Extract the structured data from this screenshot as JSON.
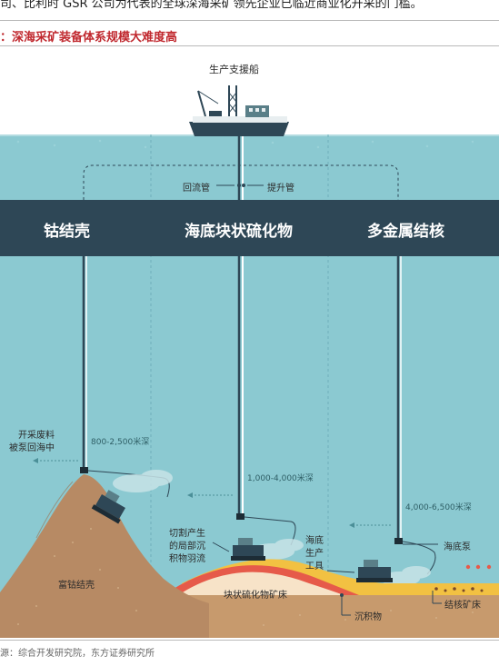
{
  "intro_line": "司、比利时 GSR 公司为代表的全球深海采矿领先企业已临近商业化开采的门槛。",
  "figure_title": "：深海采矿装备体系规模大难度高",
  "ship_label": "生产支援船",
  "return_pipe_label": "回流管",
  "riser_pipe_label": "提升管",
  "band_labels": {
    "crust": "钴结壳",
    "sulfide": "海底块状硫化物",
    "nodule": "多金属结核"
  },
  "depths": {
    "crust": "800-2,500米深",
    "sulfide": "1,000-4,000米深",
    "nodule": "4,000-6,500米深"
  },
  "waste_label": [
    "开采废料",
    "被泵回海中"
  ],
  "plume_label": [
    "切割产生",
    "的局部沉",
    "积物羽流"
  ],
  "tool_label": [
    "海底",
    "生产",
    "工具"
  ],
  "pump_label": "海底泵",
  "crust_body_label": "富钴结壳",
  "sulfide_deposit_label": "块状硫化物矿床",
  "sediment_label": "沉积物",
  "nodule_field_label": "结核矿床",
  "source": "源：综合开发研究院，东方证券研究所",
  "colors": {
    "title_red": "#c0282e",
    "sea": "#8bc9d1",
    "band": "#2e4756",
    "sky": "#ffffff",
    "mountain": "#b78a64",
    "seabed": "#c79a6d",
    "sulfide_core": "#f7e3c8",
    "sulfide_rim": "#e65a4a",
    "yellow_layer": "#f2c142"
  }
}
